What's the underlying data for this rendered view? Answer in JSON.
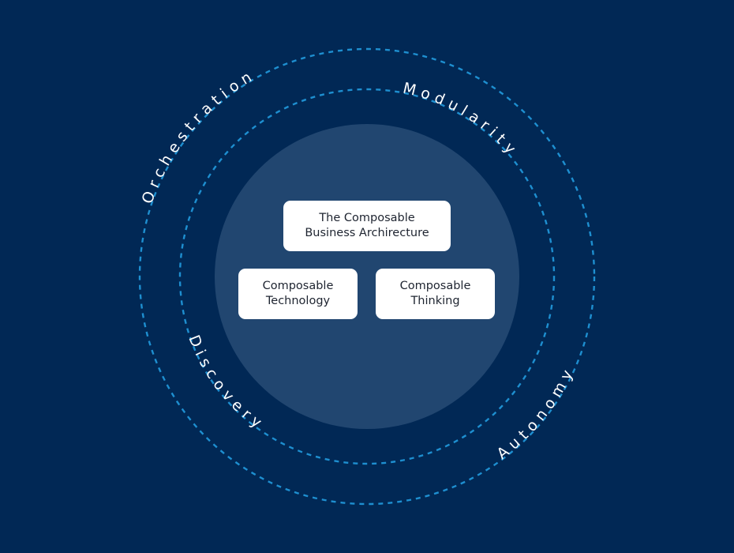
{
  "diagram": {
    "title": "Composable Business Architecture diagram",
    "colors": {
      "background": "#012855",
      "core_circle": "#214670",
      "ring_stroke": "#1E8FD0",
      "label_text": "#FFFFFF",
      "box_fill": "#FFFFFF",
      "box_text": "#1E2430"
    },
    "center_boxes": {
      "top": {
        "line1": "The Composable",
        "line2": "Business Archirecture"
      },
      "left": {
        "line1": "Composable",
        "line2": "Technology"
      },
      "right": {
        "line1": "Composable",
        "line2": "Thinking"
      }
    },
    "rings": {
      "outer": {
        "labels": [
          "Orchestration",
          "Autonomy"
        ]
      },
      "inner": {
        "labels": [
          "Modularity",
          "Discovery"
        ]
      }
    },
    "arc_labels": {
      "orchestration": "Orchestration",
      "modularity": "Modularity",
      "discovery": "Discovery",
      "autonomy": "Autonomy"
    }
  }
}
